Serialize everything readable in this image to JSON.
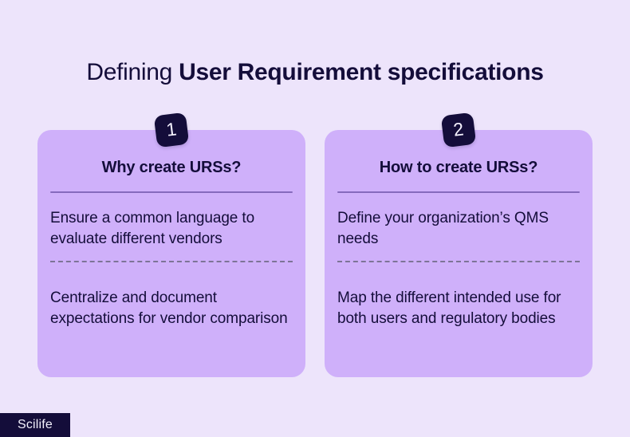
{
  "theme": {
    "background": "#EDE4FB",
    "card_background": "#CFB0FA",
    "ink": "#140D3A",
    "rule_solid": "#6D53A8",
    "rule_dashed": "#6F6A86",
    "badge_background": "#140D3A",
    "badge_text": "#F4F1FE"
  },
  "header": {
    "title_light": "Defining ",
    "title_bold": "User Requirement specifications"
  },
  "cards": [
    {
      "badge": "1",
      "heading": "Why create URSs?",
      "items": [
        "Ensure a common language to evaluate different vendors",
        "Centralize and document expectations for vendor comparison"
      ]
    },
    {
      "badge": "2",
      "heading": "How to create URSs?",
      "items": [
        "Define your organization’s QMS needs",
        "Map the different intended use for both users and regulatory bodies"
      ]
    }
  ],
  "footer": {
    "logo_text": "Scilife"
  }
}
